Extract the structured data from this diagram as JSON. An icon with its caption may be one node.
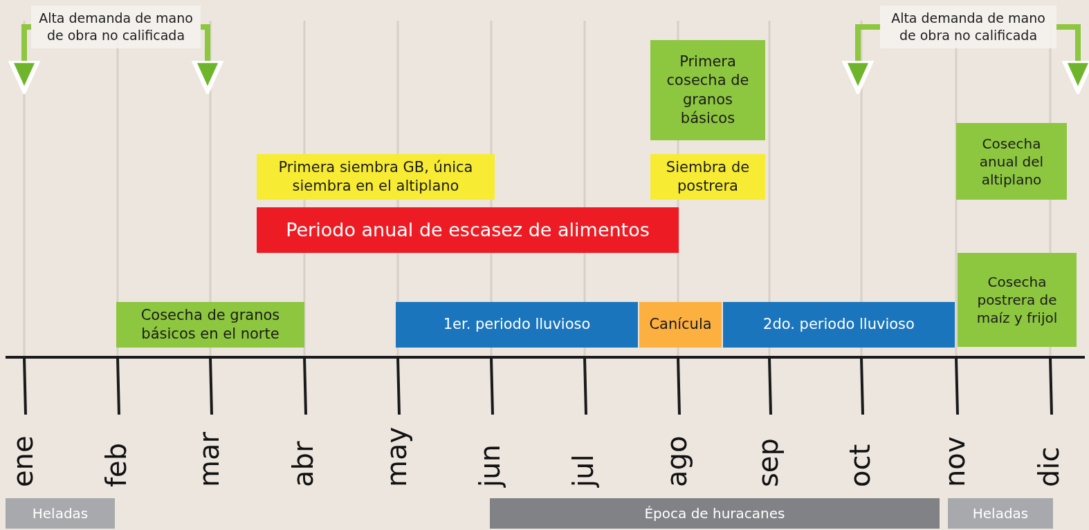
{
  "diagram": {
    "nodes": [
      {
        "text": [
          "Alta demanda de mano de obra no calificada"
        ]
      },
      {
        "text": [
          "Alta demanda de mano de obra no calificada"
        ]
      },
      {
        "text": [
          "Primera cosecha de granos básicos"
        ]
      },
      {
        "text": [
          "Primera siembra GB, única siembra en el altiplano"
        ]
      },
      {
        "text": [
          "Siembra de postrera"
        ]
      },
      {
        "text": [
          "Cosecha anual del altiplano"
        ]
      },
      {
        "text": [
          "Periodo anual de escasez de alimentos"
        ]
      },
      {
        "text": [
          "Cosecha postrera de maíz y frijol"
        ]
      },
      {
        "text": [
          "Cosecha de granos básicos en el norte"
        ]
      },
      {
        "text": [
          "1er. periodo lluvioso"
        ]
      },
      {
        "text": [
          "Canícula"
        ]
      },
      {
        "text": [
          "2do. periodo lluvioso"
        ]
      },
      {
        "text": [
          "Heladas"
        ]
      },
      {
        "text": [
          "Época de huracanes"
        ]
      },
      {
        "text": [
          "Heladas"
        ]
      }
    ],
    "edges": [
      {
        "from": 0,
        "to": null,
        "arrow": "to"
      },
      {
        "from": 0,
        "to": null,
        "arrow": "to"
      },
      {
        "from": 1,
        "to": null,
        "arrow": "to"
      },
      {
        "from": 1,
        "to": null,
        "arrow": "to"
      }
    ],
    "labels": [
      "ene",
      "feb",
      "mar",
      "abr",
      "may",
      "jun",
      "jul",
      "ago",
      "sep",
      "oct",
      "nov",
      "dic"
    ]
  }
}
